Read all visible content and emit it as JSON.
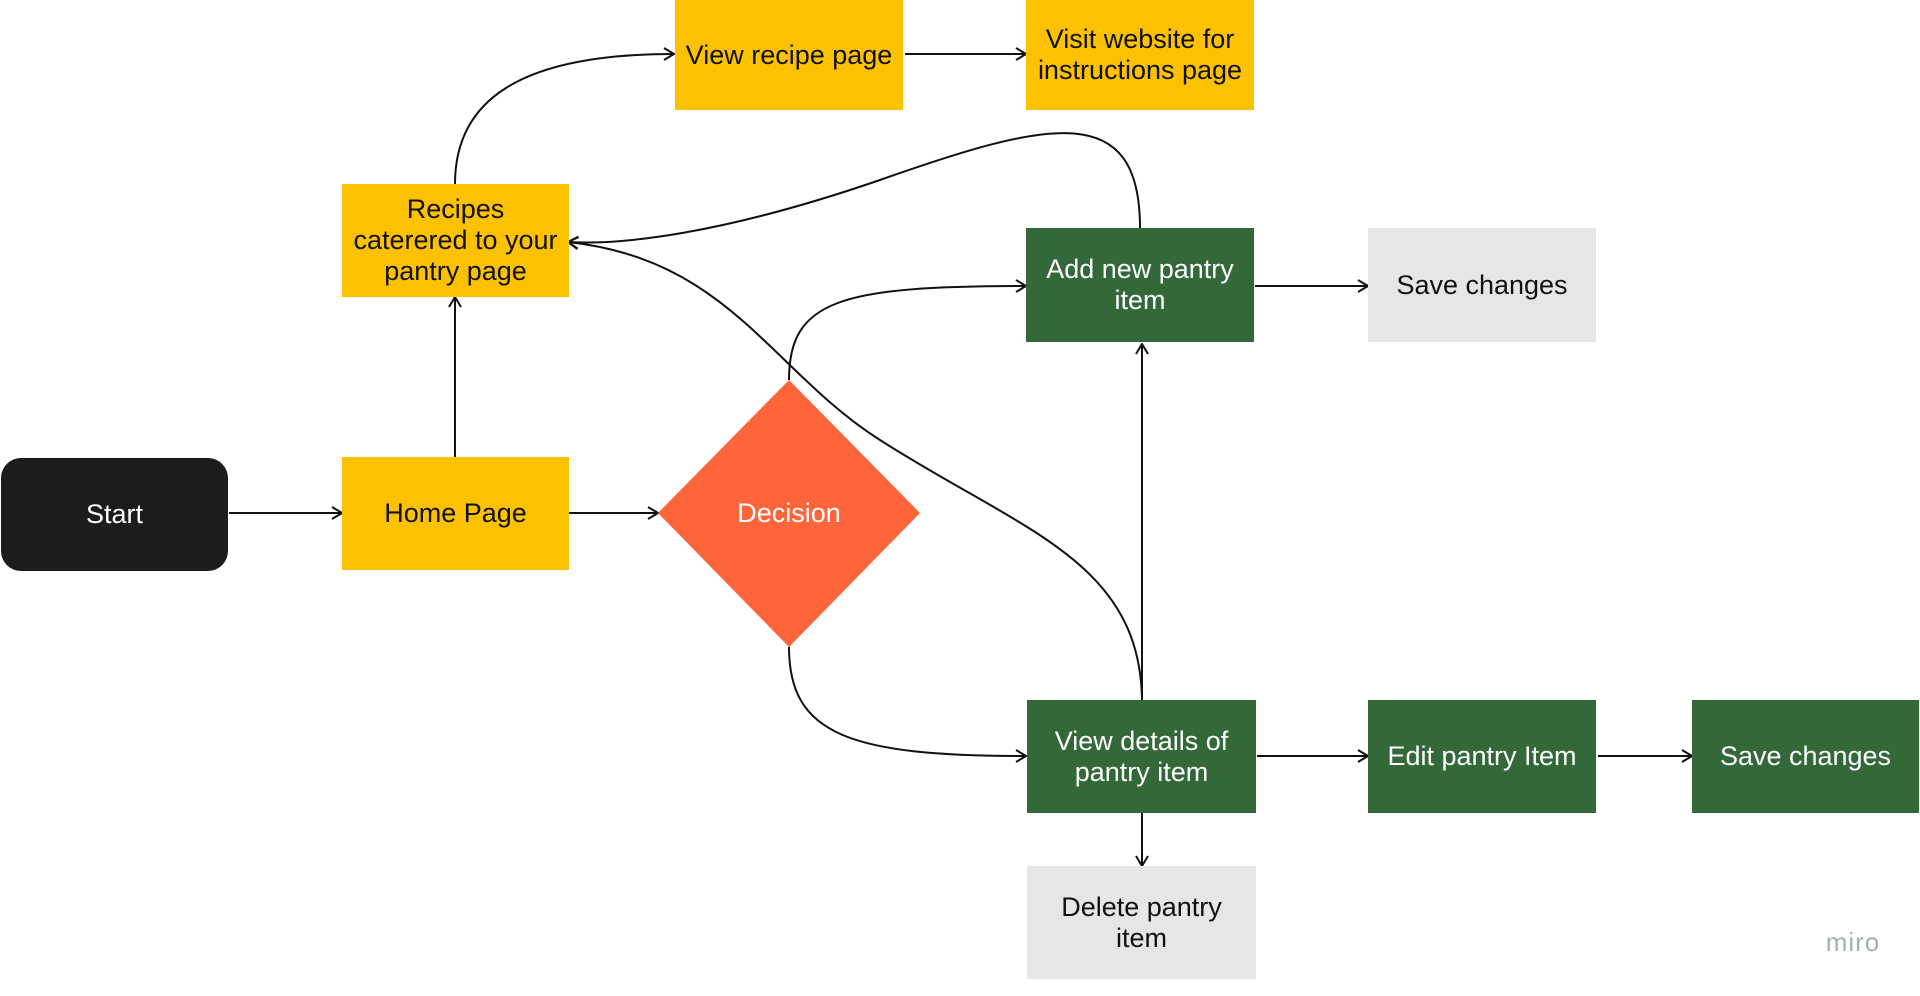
{
  "nodes": {
    "start": "Start",
    "home_page": "Home Page",
    "decision": "Decision",
    "recipes": "Recipes caterered to your pantry page",
    "view_recipe": "View recipe page",
    "visit_website": "Visit website for instructions page",
    "add_pantry_item": "Add new pantry item",
    "save_changes_add": "Save changes",
    "view_details": "View details of pantry item",
    "edit_pantry_item": "Edit pantry Item",
    "save_changes_edit": "Save changes",
    "delete_pantry_item": "Delete pantry item"
  },
  "watermark": "miro",
  "colors": {
    "yellow": "#FCC100",
    "green": "#336838",
    "grey": "#E6E6E6",
    "black": "#1C1C1C",
    "decision": "#FF653A",
    "connector": "#111111"
  }
}
